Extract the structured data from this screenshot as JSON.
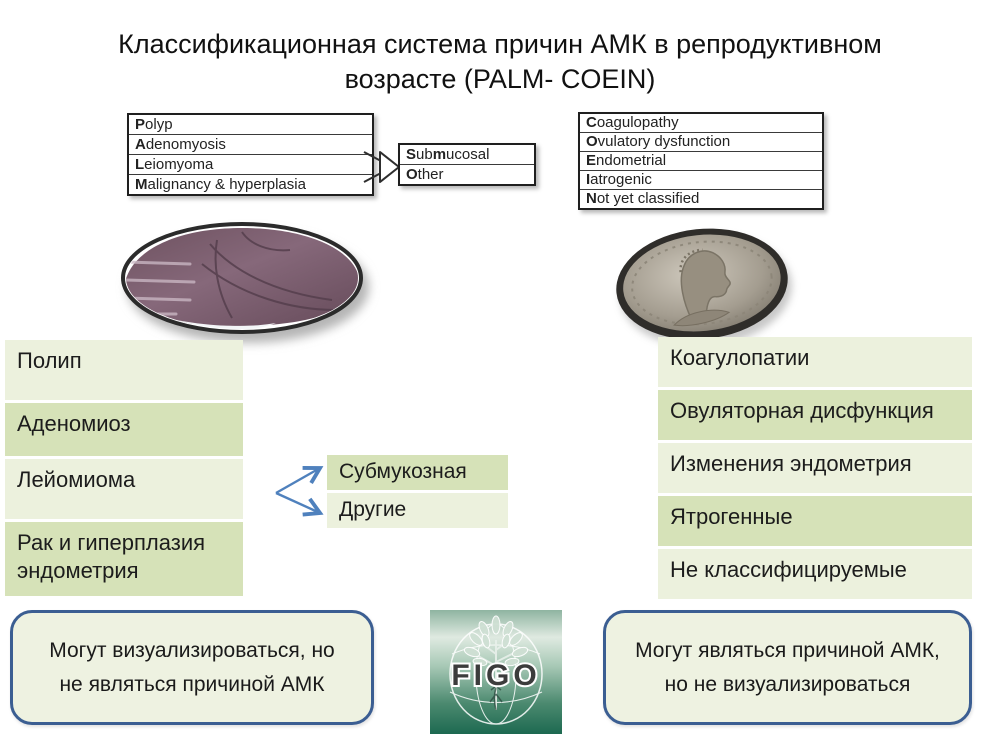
{
  "slide": {
    "title_line1": "Классификационная система причин АМК в репродуктивном",
    "title_line2": "возрасте (PALM- COEIN)"
  },
  "palm_table": {
    "rows": [
      {
        "b1": "P",
        "t1": "olyp",
        "b2": "",
        "t2": ""
      },
      {
        "b1": "A",
        "t1": "denomyosis",
        "b2": "",
        "t2": ""
      },
      {
        "b1": "L",
        "t1": "eiomyoma",
        "b2": "",
        "t2": ""
      },
      {
        "b1": "M",
        "t1": "alignancy & hyperplasia",
        "b2": "",
        "t2": ""
      }
    ]
  },
  "leiomyoma_subtable": {
    "rows": [
      {
        "b1": "S",
        "t1": "ub",
        "b2": "m",
        "t2": "ucosal"
      },
      {
        "b1": "O",
        "t1": "ther",
        "b2": "",
        "t2": ""
      }
    ]
  },
  "coein_table": {
    "rows": [
      {
        "b1": "C",
        "t1": "oagulopathy",
        "b2": "",
        "t2": ""
      },
      {
        "b1": "O",
        "t1": "vulatory dysfunction",
        "b2": "",
        "t2": ""
      },
      {
        "b1": "E",
        "t1": "ndometrial",
        "b2": "",
        "t2": ""
      },
      {
        "b1": "I",
        "t1": "atrogenic",
        "b2": "",
        "t2": ""
      },
      {
        "b1": "N",
        "t1": "ot yet classified",
        "b2": "",
        "t2": ""
      }
    ]
  },
  "left_list": {
    "items": [
      "Полип",
      "Аденомиоз",
      "Лейомиома",
      "Рак и гиперплазия эндометрия"
    ]
  },
  "mini_list": {
    "items": [
      "Субмукозная",
      "Другие"
    ]
  },
  "right_list": {
    "items": [
      "Коагулопатии",
      "Овуляторная дисфункция",
      "Изменения эндометрия",
      "Ятрогенные",
      "Не классифицируемые"
    ]
  },
  "notes": {
    "left": "Могут визуализироваться, но не являться причиной АМК",
    "right": "Могут являться причиной АМК, но не визуализироваться"
  },
  "figo_logo": {
    "text": "FIGO"
  },
  "colors": {
    "row_light": "#ecf1dd",
    "row_dark": "#d6e2b8",
    "note_fill": "#eef2e1",
    "note_border": "#3b5e92",
    "arrow_blue": "#4f81bd"
  }
}
